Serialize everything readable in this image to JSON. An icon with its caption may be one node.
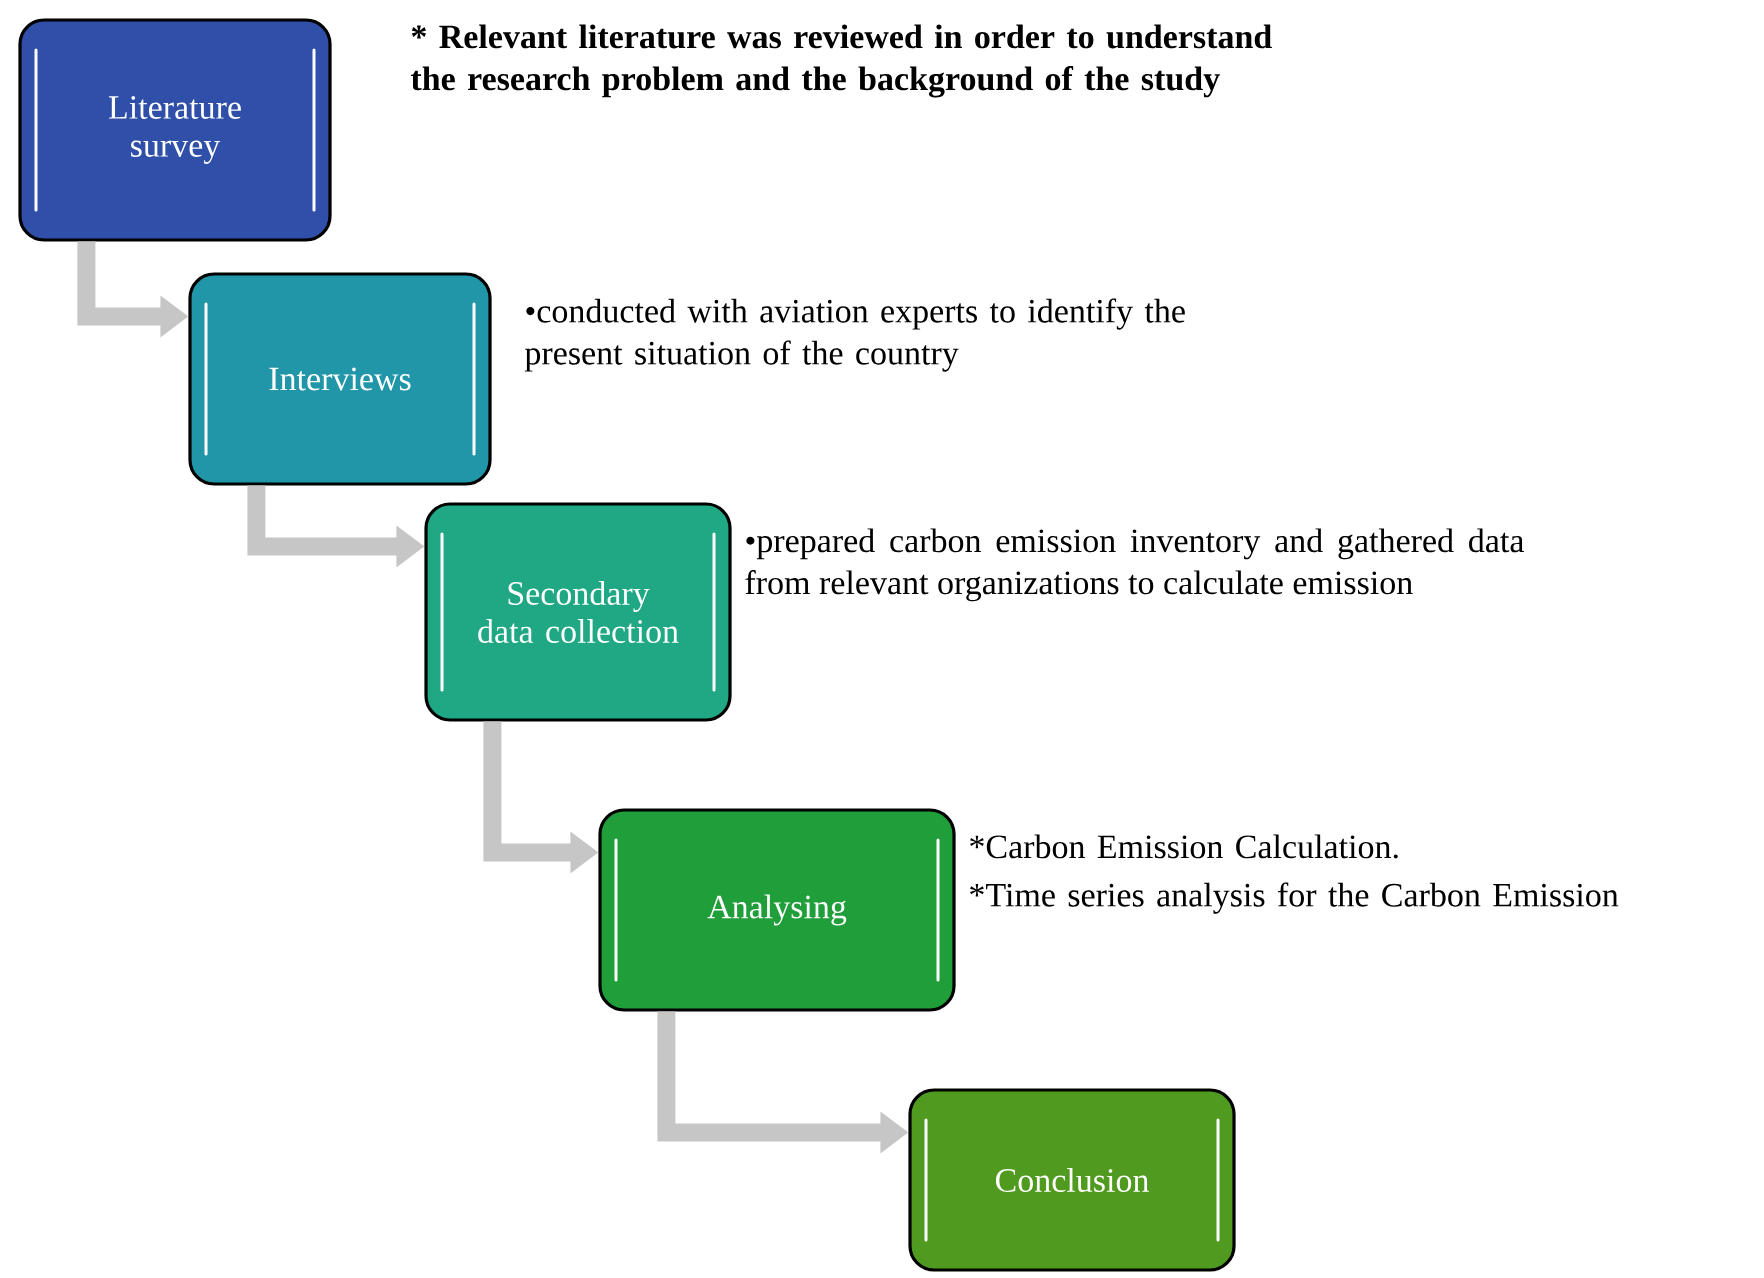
{
  "diagram": {
    "nodes": [
      {
        "text": [
          "Literature survey"
        ],
        "beside": [
          "* Relevant literature was reviewed  in order to understand the research problem and the background of the study"
        ]
      },
      {
        "text": [
          "Interviews"
        ],
        "beside": [
          "•conducted with aviation experts to identify the present situation of the country"
        ]
      },
      {
        "text": [
          "Secondary data collection"
        ],
        "beside": [
          "•prepared carbon emission inventory and gathered data from relevant organizations to calculate emission"
        ]
      },
      {
        "text": [
          "Analysing"
        ],
        "beside": [
          "*Carbon Emission Calculation.",
          "*Time series analysis for the Carbon Emission"
        ]
      },
      {
        "text": [
          "Conclusion"
        ]
      }
    ],
    "edges": [
      {
        "from": 0,
        "to": 1,
        "arrow": "to"
      },
      {
        "from": 1,
        "to": 2,
        "arrow": "to"
      },
      {
        "from": 2,
        "to": 3,
        "arrow": "to"
      },
      {
        "from": 3,
        "to": 4,
        "arrow": "to"
      }
    ]
  }
}
